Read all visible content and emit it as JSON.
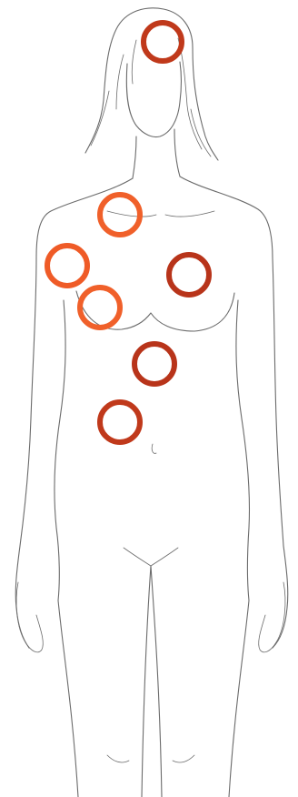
{
  "figure": {
    "subject": "female-body-outline",
    "line_color": "#6b6b6b"
  },
  "markers": [
    {
      "name": "marker-head",
      "region": "head",
      "color": "#c0391b"
    },
    {
      "name": "marker-neck-shoulder",
      "region": "upper-chest",
      "color": "#f0602a"
    },
    {
      "name": "marker-armpit",
      "region": "right-armpit",
      "color": "#ef5b27"
    },
    {
      "name": "marker-breast-right",
      "region": "right-breast",
      "color": "#f0602a"
    },
    {
      "name": "marker-breast-left",
      "region": "left-breast",
      "color": "#b8341a"
    },
    {
      "name": "marker-upper-abdomen",
      "region": "upper-abdomen",
      "color": "#b8341a"
    },
    {
      "name": "marker-mid-abdomen",
      "region": "mid-abdomen",
      "color": "#c0391b"
    }
  ]
}
